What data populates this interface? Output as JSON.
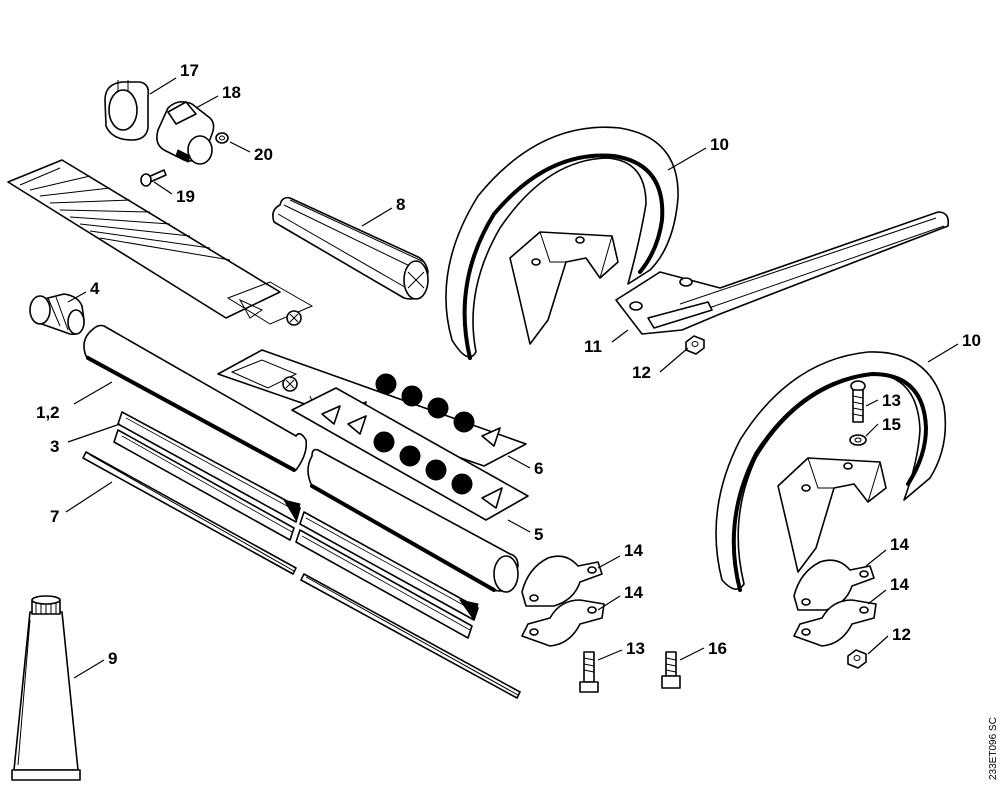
{
  "diagram": {
    "callouts": {
      "c17": "17",
      "c18": "18",
      "c20": "20",
      "c19": "19",
      "c8": "8",
      "c4": "4",
      "c10a": "10",
      "c11": "11",
      "c12a": "12",
      "c10b": "10",
      "c13a": "13",
      "c15": "15",
      "c12_3": "1,2",
      "c3": "3",
      "c7": "7",
      "c6": "6",
      "c5": "5",
      "c14a": "14",
      "c14b": "14",
      "c13b": "13",
      "c16": "16",
      "c14c": "14",
      "c14d": "14",
      "c12b": "12",
      "c9": "9"
    },
    "drawing_code": "233ET096 SC"
  },
  "colors": {
    "line": "#000000",
    "background": "#ffffff"
  }
}
